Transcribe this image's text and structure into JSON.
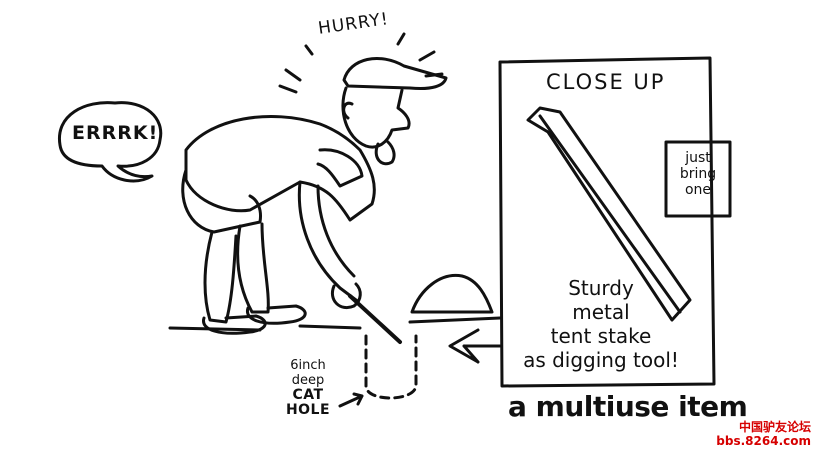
{
  "illustration": {
    "speech_hurry": "HURRY!",
    "speech_errrk": "ERRRK!",
    "panel": {
      "title": "CLOSE UP",
      "note": [
        "just",
        "bring",
        "one"
      ],
      "caption": [
        "Sturdy",
        "metal",
        "tent stake",
        "as digging tool!"
      ]
    },
    "hole_label": [
      "6inch",
      "deep",
      "CAT HOLE"
    ],
    "tagline": "a multiuse item"
  },
  "watermark": {
    "line1": "中国驴友论坛",
    "line2": "bbs.8264.com"
  },
  "colors": {
    "ink": "#111111",
    "paper": "#ffffff",
    "watermark": "#d60000"
  }
}
